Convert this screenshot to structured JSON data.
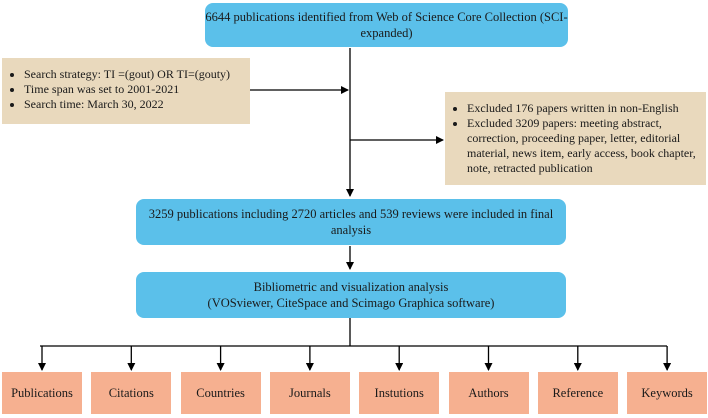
{
  "boxes": {
    "identified": "6644 publications identified from Web of Science Core Collection (SCI-expanded)",
    "strategy": [
      "Search strategy: TI =(gout) OR TI=(gouty)",
      "Time span was set to 2001-2021",
      "Search time: March 30, 2022"
    ],
    "excluded": [
      "Excluded 176 papers written in non-English",
      "Excluded 3209 papers:  meeting abstract, correction, proceeding paper, letter, editorial material, news item, early access, book chapter, note, retracted publication"
    ],
    "included": "3259 publications including 2720 articles and 539 reviews were included in final analysis",
    "analysis_title": "Bibliometric and visualization analysis",
    "analysis_tools": "(VOSviewer, CiteSpace and Scimago Graphica software)"
  },
  "categories": [
    "Publications",
    "Citations",
    "Countries",
    "Journals",
    "Instutions",
    "Authors",
    "Reference",
    "Keywords"
  ],
  "colors": {
    "blue": "#5bc0ea",
    "tan": "#e9d9bd",
    "salmon": "#f6b090",
    "line": "#000000"
  }
}
